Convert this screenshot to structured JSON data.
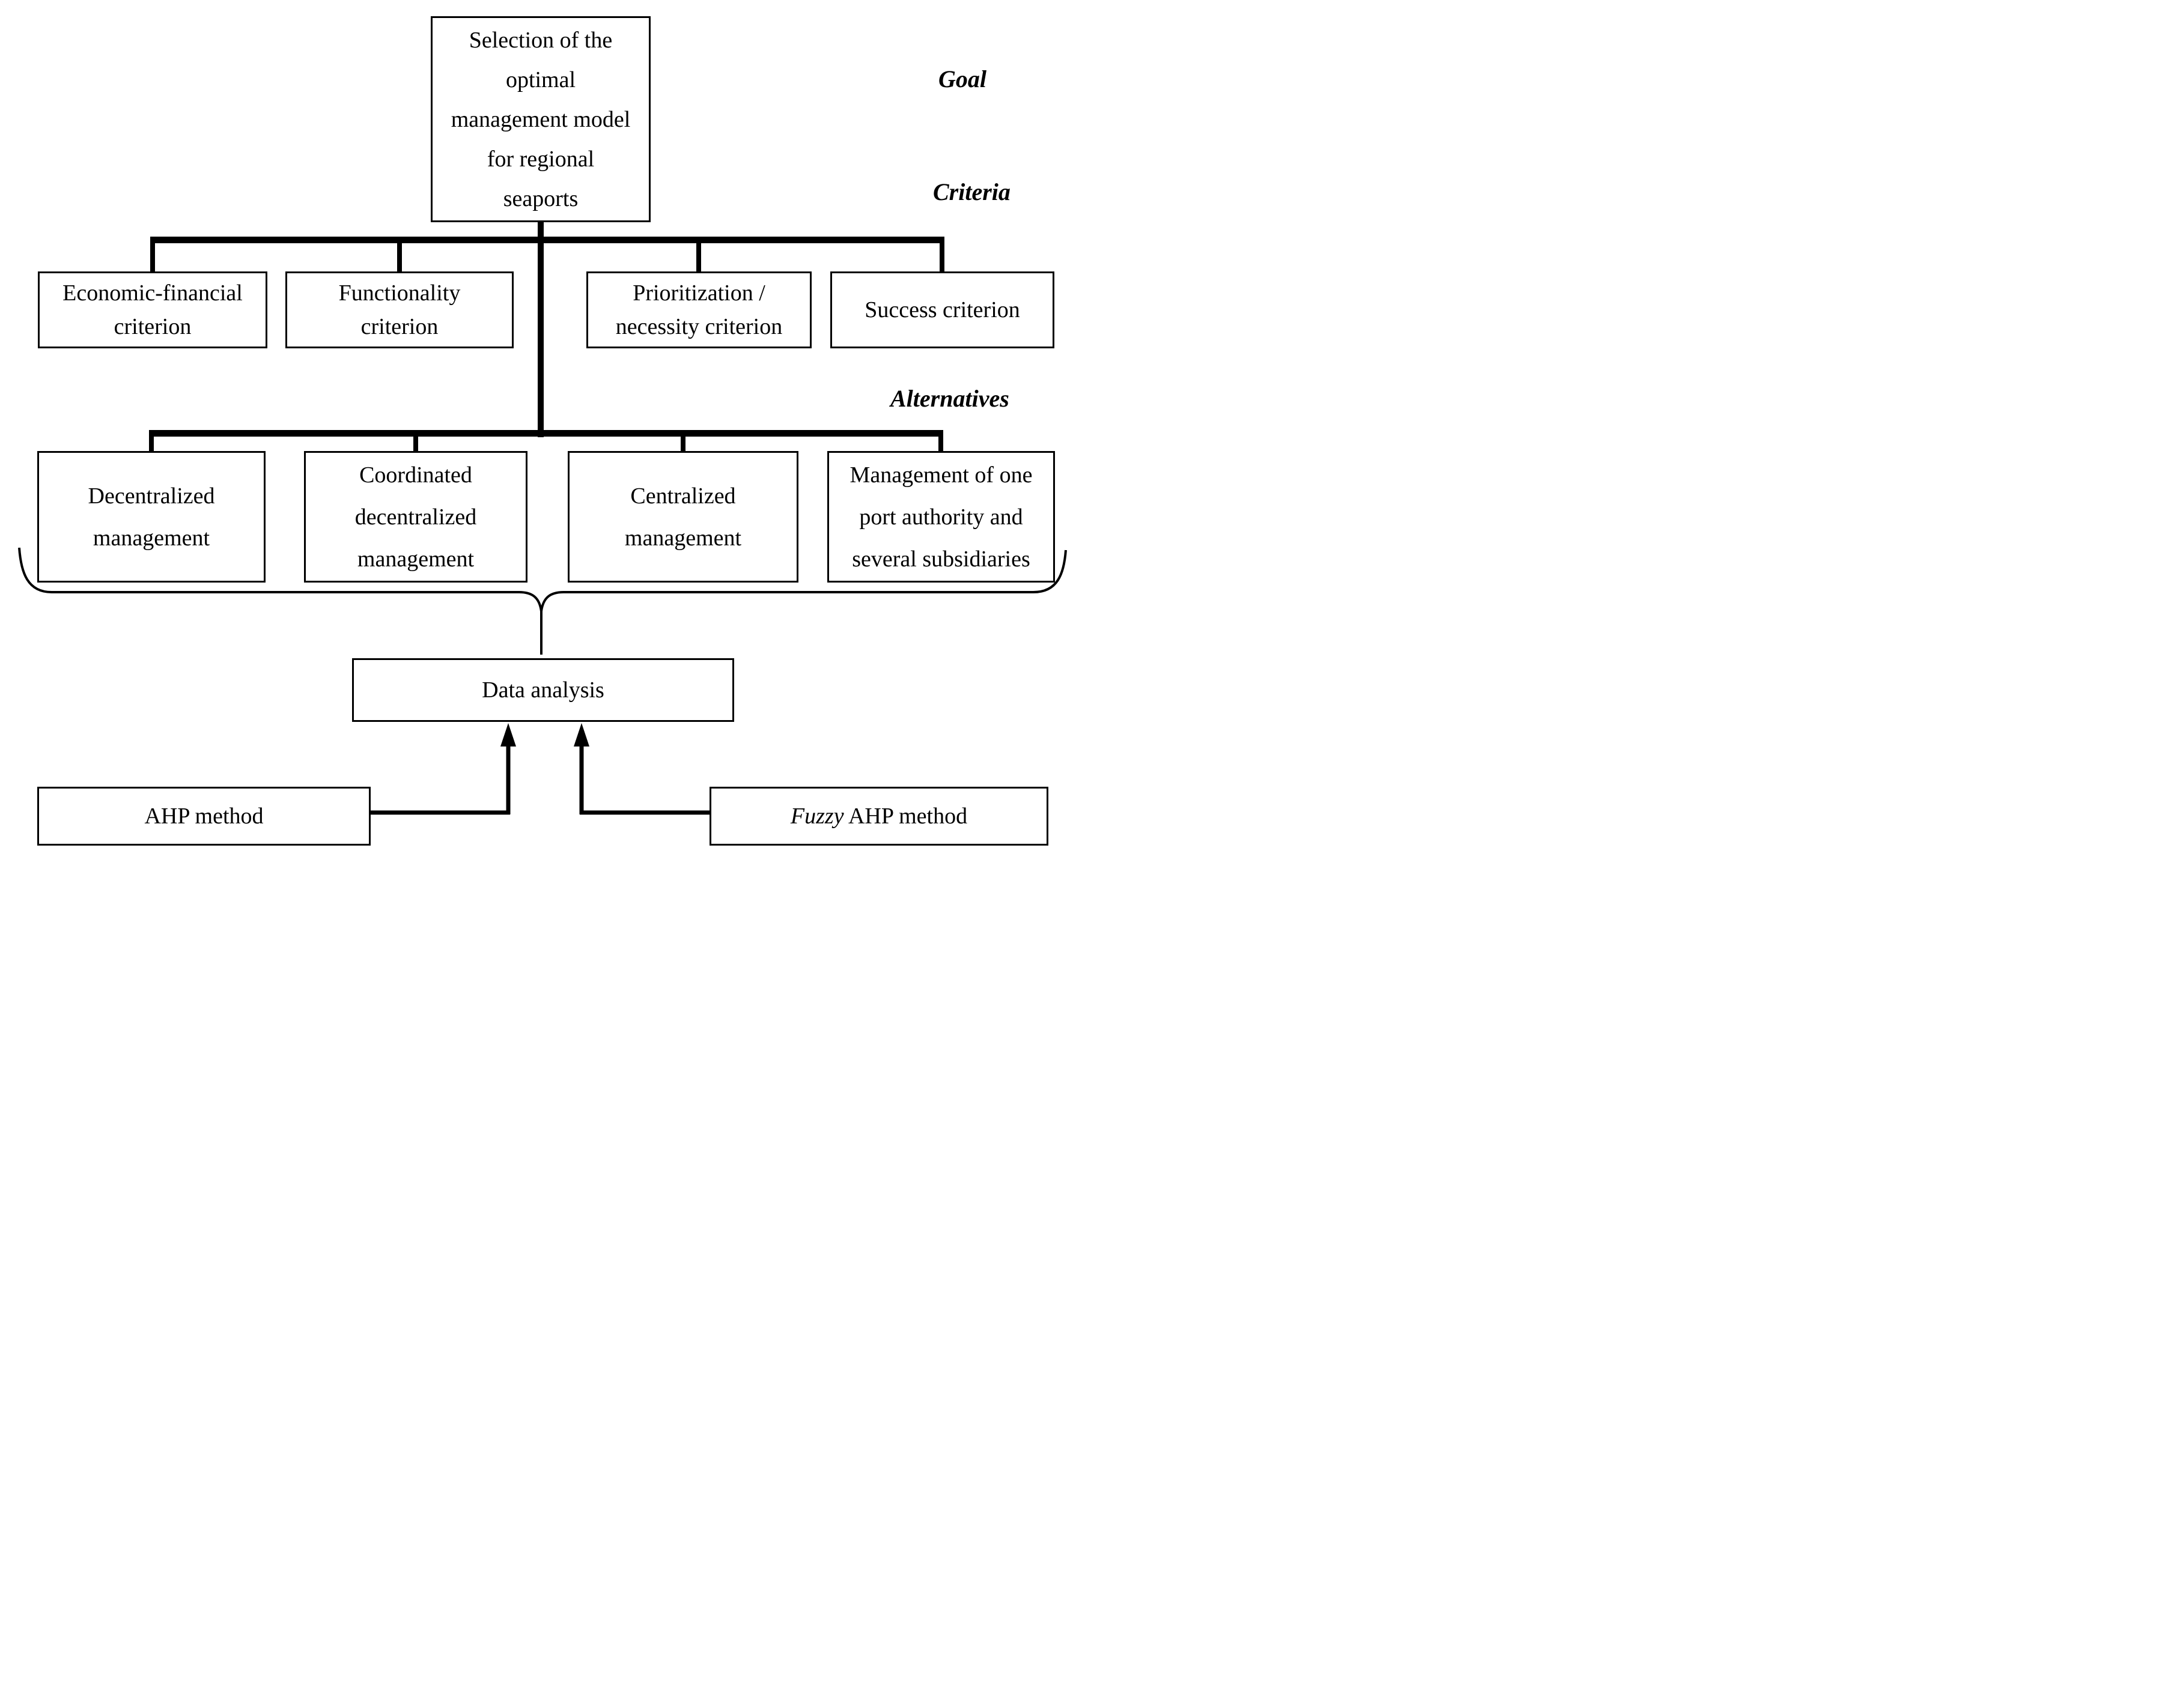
{
  "goal": {
    "label": "Goal",
    "box_text": "Selection of the\noptimal\nmanagement model\nfor regional\nseaports"
  },
  "criteria": {
    "label": "Criteria",
    "items": [
      {
        "text": "Economic-financial\ncriterion"
      },
      {
        "text": "Functionality\ncriterion"
      },
      {
        "text": "Prioritization /\nnecessity criterion"
      },
      {
        "text": "Success criterion"
      }
    ]
  },
  "alternatives": {
    "label": "Alternatives",
    "items": [
      {
        "text": "Decentralized\nmanagement"
      },
      {
        "text": "Coordinated\ndecentralized\nmanagement"
      },
      {
        "text": "Centralized\nmanagement"
      },
      {
        "text": "Management of one\nport authority and\nseveral subsidiaries"
      }
    ]
  },
  "analysis": {
    "data_analysis": "Data analysis",
    "ahp_method": "AHP method",
    "fuzzy_ahp_italic": "Fuzzy",
    "fuzzy_ahp_rest": " AHP method"
  },
  "colors": {
    "background": "#ffffff",
    "line": "#000000",
    "text": "#000000"
  }
}
